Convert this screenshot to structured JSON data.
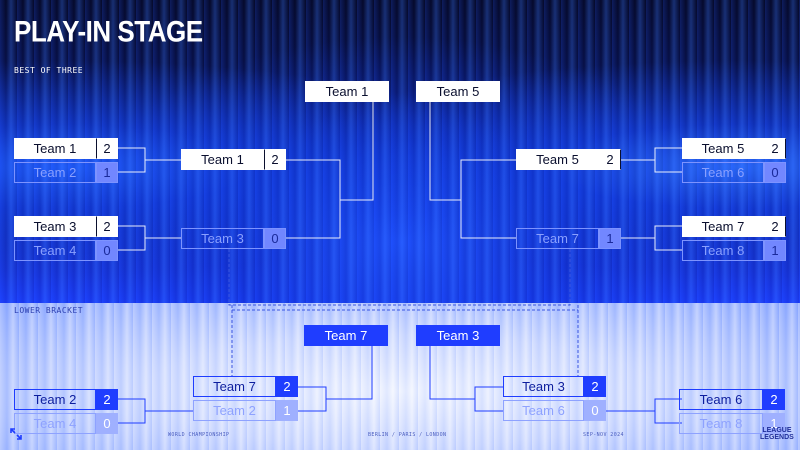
{
  "header": {
    "title": "PLAY-IN STAGE",
    "subtitle": "BEST OF THREE"
  },
  "lower_header": {
    "title": "LOWER BRACKET"
  },
  "upper": {
    "left_r1": [
      {
        "team": "Team 1",
        "score": "2"
      },
      {
        "team": "Team 2",
        "score": "1"
      },
      {
        "team": "Team 3",
        "score": "2"
      },
      {
        "team": "Team 4",
        "score": "0"
      }
    ],
    "left_r2": [
      {
        "team": "Team 1",
        "score": "2"
      },
      {
        "team": "Team 3",
        "score": "0"
      }
    ],
    "left_final": "Team 1",
    "right_r1": [
      {
        "team": "Team 5",
        "score": "2"
      },
      {
        "team": "Team 6",
        "score": "0"
      },
      {
        "team": "Team 7",
        "score": "2"
      },
      {
        "team": "Team 8",
        "score": "1"
      }
    ],
    "right_r2": [
      {
        "team": "Team 5",
        "score": "2"
      },
      {
        "team": "Team 7",
        "score": "1"
      }
    ],
    "right_final": "Team 5"
  },
  "lower": {
    "left_r1": [
      {
        "team": "Team 2",
        "score": "2"
      },
      {
        "team": "Team 4",
        "score": "0"
      }
    ],
    "left_r2": [
      {
        "team": "Team 7",
        "score": "2"
      },
      {
        "team": "Team 2",
        "score": "1"
      }
    ],
    "left_final": "Team 7",
    "right_r1": [
      {
        "team": "Team 6",
        "score": "2"
      },
      {
        "team": "Team 8",
        "score": "1"
      }
    ],
    "right_r2": [
      {
        "team": "Team 3",
        "score": "2"
      },
      {
        "team": "Team 6",
        "score": "0"
      }
    ],
    "right_final": "Team 3"
  },
  "footer": {
    "left": "WORLD CHAMPIONSHIP",
    "center": "BERLIN / PARIS / LONDON",
    "right": "SEP-NOV 2024",
    "logo_line1": "LEAGUE",
    "logo_line2": "LEGENDS"
  },
  "colors": {
    "upper_accent": "#ffffff",
    "lower_accent": "#1f3dff",
    "background": "#050b2a"
  },
  "icons": {
    "corner": "expand-icon"
  }
}
